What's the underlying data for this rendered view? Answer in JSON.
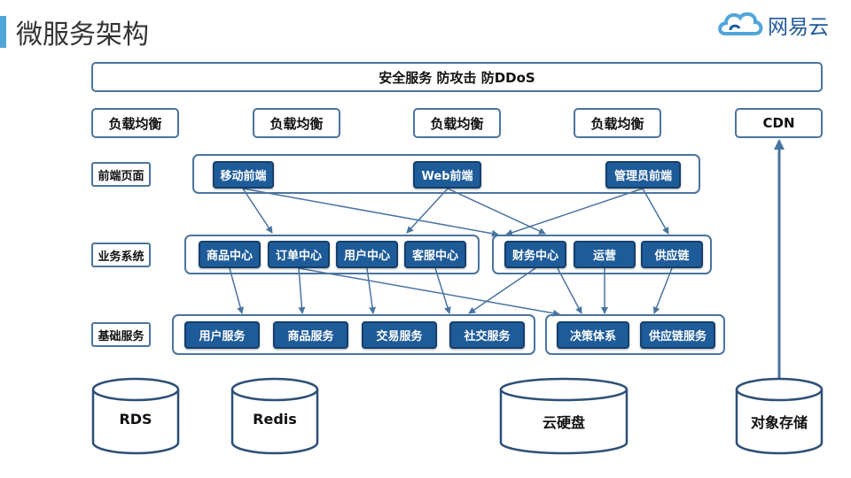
{
  "title": "微服务架构",
  "brand": "网易云",
  "security_bar": "安全服务 防攻击 防DDoS",
  "load_balancers": [
    "负载均衡",
    "负载均衡",
    "负载均衡",
    "负载均衡"
  ],
  "cdn": "CDN",
  "rows": {
    "frontend": "前端页面",
    "business": "业务系统",
    "base": "基础服务"
  },
  "frontend_nodes": [
    "移动前端",
    "Web前端",
    "管理员前端"
  ],
  "business_nodes": [
    "商品中心",
    "订单中心",
    "用户中心",
    "客服中心",
    "财务中心",
    "运营",
    "供应链"
  ],
  "base_nodes": [
    "用户服务",
    "商品服务",
    "交易服务",
    "社交服务",
    "决策体系",
    "供应链服务"
  ],
  "storage": [
    "RDS",
    "Redis",
    "云硬盘",
    "对象存储"
  ],
  "colors": {
    "node": "#1e5b99",
    "border": "#4a74a0",
    "accent": "#4fa6d9"
  }
}
